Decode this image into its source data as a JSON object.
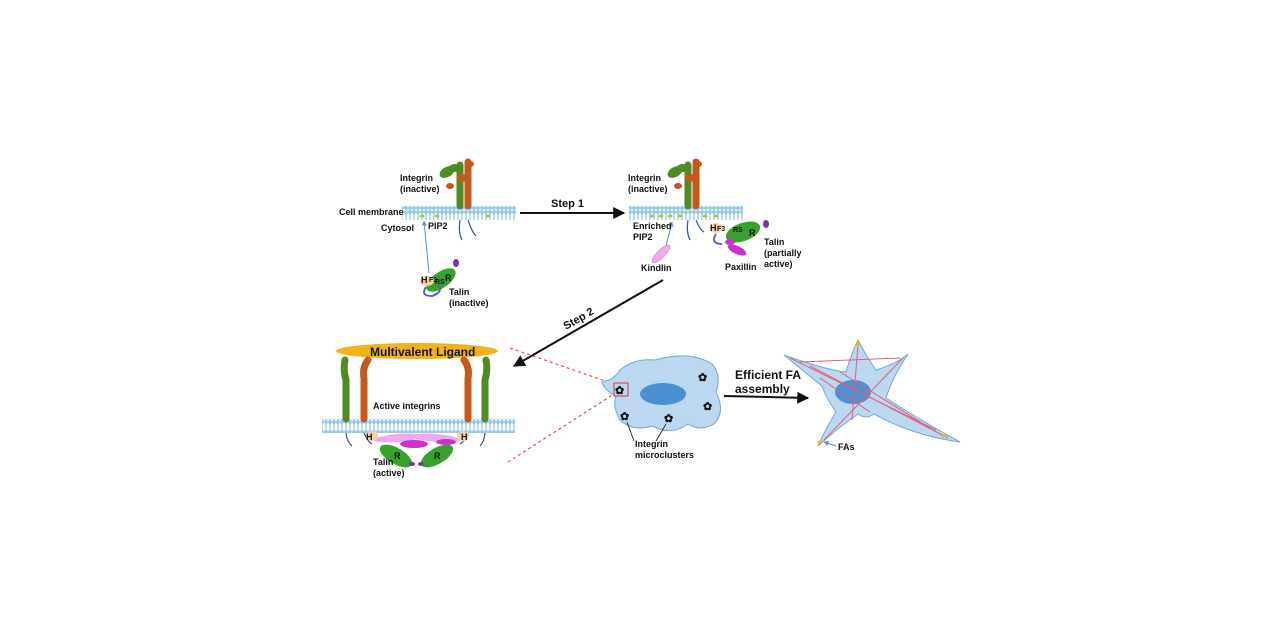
{
  "panel1": {
    "integrin": [
      "Integrin",
      "(inactive)"
    ],
    "cell_membrane": "Cell membrane",
    "cytosol": "Cytosol",
    "pip2": "PIP2",
    "talin": [
      "Talin",
      "(inactive)"
    ],
    "talin_h": "H",
    "talin_f3": "F3",
    "talin_rs": "RS",
    "talin_r": "R"
  },
  "step1": "Step 1",
  "panel2": {
    "integrin": [
      "Integrin",
      "(inactive)"
    ],
    "enriched_pip2": [
      "Enriched",
      "PIP2"
    ],
    "kindlin": "Kindlin",
    "paxillin": "Paxillin",
    "talin": [
      "Talin",
      "(partially",
      "active)"
    ],
    "talin_h": "H",
    "talin_f3": "F3",
    "talin_rs": "RS",
    "talin_r": "R"
  },
  "step2": "Step 2",
  "panel3": {
    "ligand": "Multivalent Ligand",
    "active_integrins": "Active integrins",
    "talin": [
      "Talin",
      "(active)"
    ],
    "h": "H",
    "r": "R"
  },
  "panel4": {
    "microclusters": [
      "Integrin",
      "microclusters"
    ],
    "efficient_fa": [
      "Efficient FA",
      "assembly"
    ]
  },
  "panel5": {
    "fas": "FAs"
  },
  "colors": {
    "membrane": "#8ec6ec",
    "integrin_green": "#4f8a24",
    "integrin_orange": "#c6581c",
    "talin_green": "#37a32b",
    "paxillin": "#cc33cc",
    "kindlin": "#eeaaee",
    "ligand": "#f2b21c",
    "cell_fill": "#bcd8f0",
    "nucleus": "#4a90d2",
    "fa_lines": "#e0607a"
  }
}
